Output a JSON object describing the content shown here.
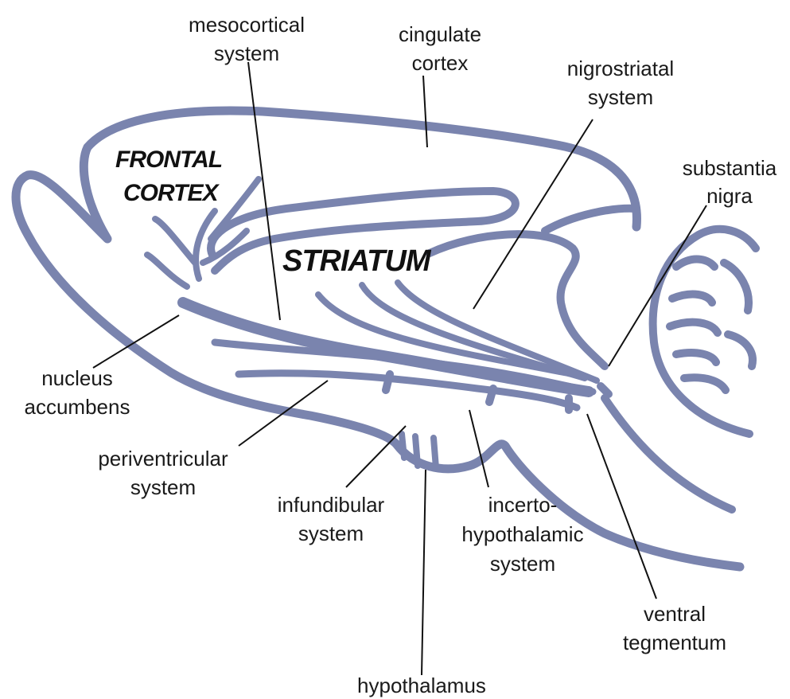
{
  "colors": {
    "outline": "#7a84ae",
    "text": "#1a1a1a",
    "leader": "#111111"
  },
  "regions": {
    "frontal_cortex": [
      "FRONTAL",
      "CORTEX"
    ],
    "striatum": "STRIATUM"
  },
  "labels": {
    "mesocortical": [
      "mesocortical",
      "system"
    ],
    "cingulate": [
      "cingulate",
      "cortex"
    ],
    "nigrostriatal": [
      "nigrostriatal",
      "system"
    ],
    "substantia": [
      "substantia",
      "nigra"
    ],
    "accumbens": [
      "nucleus",
      "accumbens"
    ],
    "periventricular": [
      "periventricular",
      "system"
    ],
    "infundibular": [
      "infundibular",
      "system"
    ],
    "incerto": [
      "incerto-",
      "hypothalamic",
      "system"
    ],
    "ventral": [
      "ventral",
      "tegmentum"
    ],
    "hypothalamus": [
      "hypothalamus"
    ]
  }
}
